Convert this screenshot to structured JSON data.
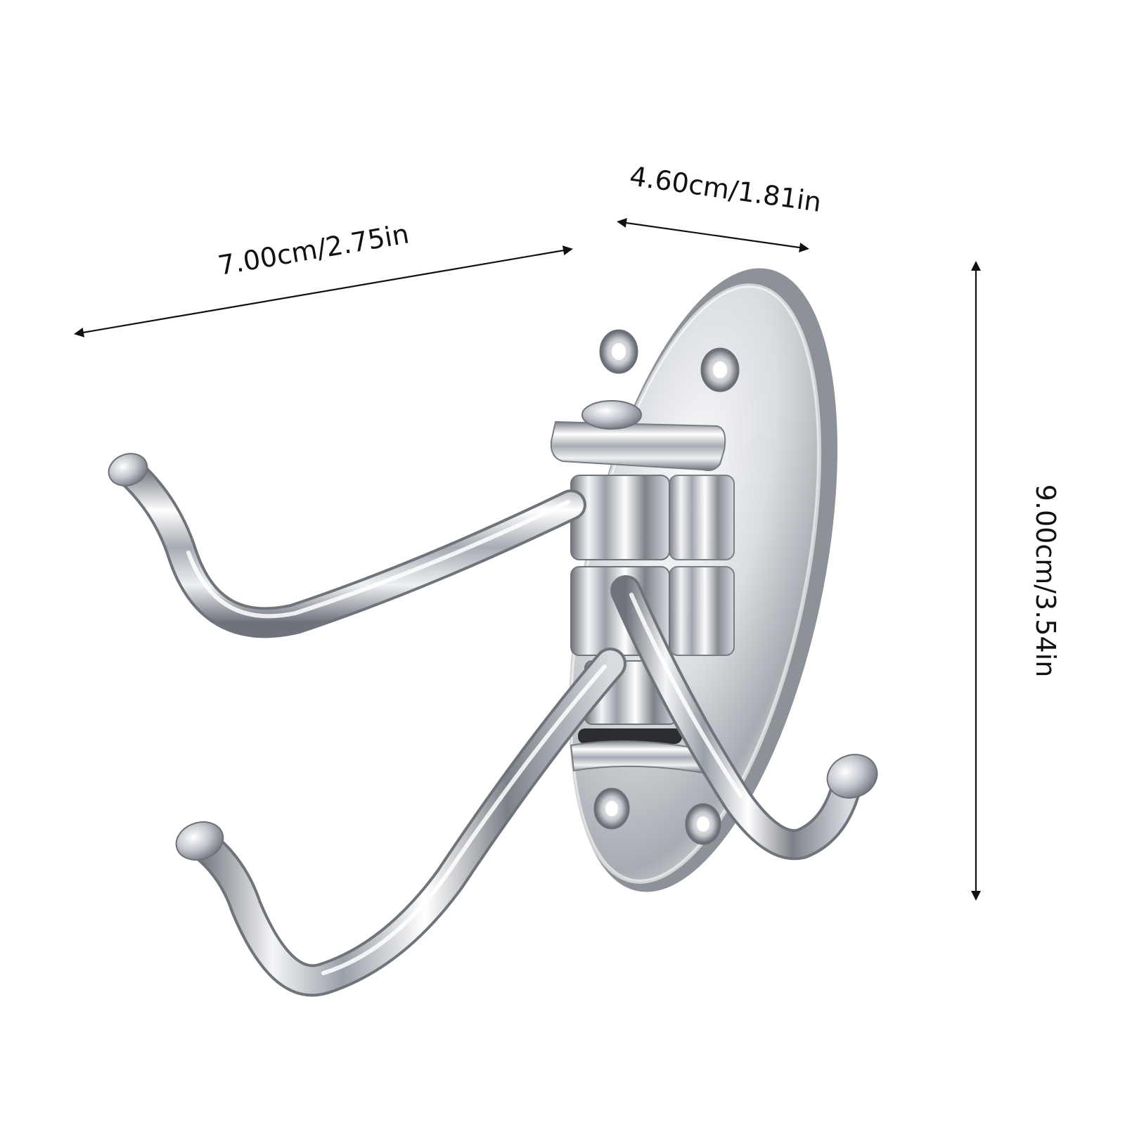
{
  "product": {
    "icon": "swivel-triple-wall-hook",
    "finish_color": "#c9ccd1"
  },
  "dimensions": {
    "width_label": "7.00cm/2.75in",
    "depth_label": "4.60cm/1.81in",
    "height_label": "9.00cm/3.54in",
    "line_color": "#111111"
  }
}
